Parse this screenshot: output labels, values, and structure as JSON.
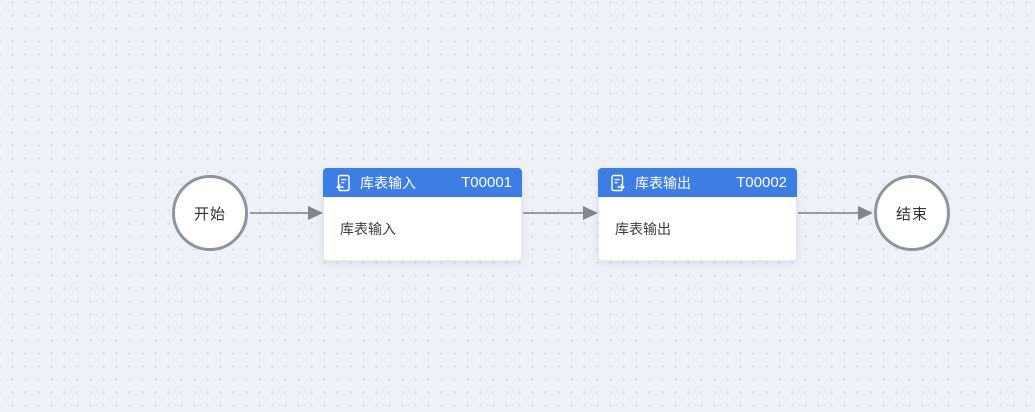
{
  "canvas": {
    "background_color": "#eef1f8",
    "dot_color": "#dfe1e6"
  },
  "flow": {
    "start_node": {
      "label": "开始"
    },
    "end_node": {
      "label": "结束"
    },
    "task_nodes": [
      {
        "icon": "table-input-icon",
        "title": "库表输入",
        "code": "T00001",
        "description": "库表输入"
      },
      {
        "icon": "table-output-icon",
        "title": "库表输出",
        "code": "T00002",
        "description": "库表输出"
      }
    ],
    "connectors": [
      {
        "from": "start",
        "to": "T00001"
      },
      {
        "from": "T00001",
        "to": "T00002"
      },
      {
        "from": "T00002",
        "to": "end"
      }
    ]
  },
  "colors": {
    "node_header": "#3d7ee4",
    "node_header_text": "#ffffff",
    "node_body": "#ffffff",
    "node_border": "#e5e8ee",
    "circle_border": "#8f959e",
    "connector_line": "#999da3",
    "connector_arrowhead": "#83878d",
    "body_text": "#3a3f45"
  }
}
